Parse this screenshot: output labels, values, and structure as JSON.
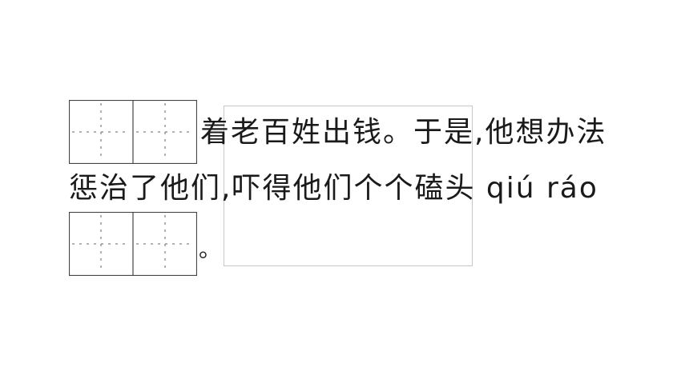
{
  "passage": {
    "line1_text": "着老百姓出钱。于是,他想办法",
    "line2_text": "惩治了他们,吓得他们个个磕头 qiú ráo",
    "line3_text": "。"
  },
  "answer_boxes": [
    {
      "id": "blank-1",
      "value": ""
    },
    {
      "id": "blank-2",
      "value": ""
    }
  ]
}
